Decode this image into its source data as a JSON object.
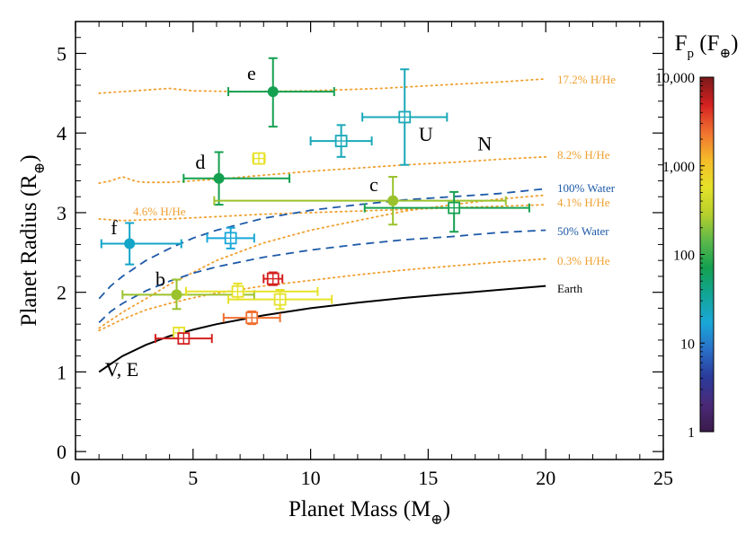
{
  "chart_data": {
    "type": "scatter",
    "title": "",
    "xlabel": {
      "main": "Planet Mass (M",
      "sub": "⊕",
      "close": ")"
    },
    "ylabel": {
      "main": "Planet Radius (R",
      "sub": "⊕",
      "close": ")"
    },
    "xlim": [
      0,
      25
    ],
    "ylim": [
      -0.1,
      5.4
    ],
    "xticks": [
      "0",
      "5",
      "10",
      "15",
      "20",
      "25"
    ],
    "yticks": [
      "0",
      "1",
      "2",
      "3",
      "4",
      "5"
    ],
    "colorbar": {
      "label": {
        "main": "F",
        "sub": "p",
        "rest": " (F",
        "sub2": "⊕",
        "close": ")"
      },
      "scale": "log",
      "range": [
        1,
        10000
      ],
      "ticks": [
        {
          "value": 10000,
          "label": "10,000"
        },
        {
          "value": 1000,
          "label": "1,000"
        },
        {
          "value": 100,
          "label": "100"
        },
        {
          "value": 10,
          "label": "10"
        },
        {
          "value": 1,
          "label": "1"
        }
      ],
      "colors": [
        "#7a1a1a",
        "#d42020",
        "#f07030",
        "#f5b92a",
        "#e6e228",
        "#b8d02c",
        "#5cb84a",
        "#14a050",
        "#12a598",
        "#1aa8d8",
        "#2a70c8",
        "#2a3a9a",
        "#4a2a78",
        "#3a1a4a"
      ]
    },
    "curves": [
      {
        "label": "17.2% H/He",
        "style": "dotted",
        "color": "#f0a030",
        "points": [
          [
            1,
            4.5
          ],
          [
            2,
            4.52
          ],
          [
            3,
            4.54
          ],
          [
            4,
            4.56
          ],
          [
            5,
            4.53
          ],
          [
            7,
            4.52
          ],
          [
            10,
            4.53
          ],
          [
            13,
            4.56
          ],
          [
            16,
            4.61
          ],
          [
            18,
            4.64
          ],
          [
            20,
            4.68
          ]
        ]
      },
      {
        "label": "8.2% H/He",
        "style": "dotted",
        "color": "#f0a030",
        "points": [
          [
            1,
            3.37
          ],
          [
            1.5,
            3.4
          ],
          [
            2,
            3.45
          ],
          [
            2.6,
            3.39
          ],
          [
            3,
            3.38
          ],
          [
            4,
            3.38
          ],
          [
            6,
            3.42
          ],
          [
            8,
            3.47
          ],
          [
            10,
            3.52
          ],
          [
            12,
            3.56
          ],
          [
            14,
            3.6
          ],
          [
            16,
            3.63
          ],
          [
            18,
            3.67
          ],
          [
            20,
            3.7
          ]
        ]
      },
      {
        "label": "4.6% H/He",
        "style": "dotted",
        "color": "#f0a030",
        "points": [
          [
            1,
            2.92
          ],
          [
            2,
            2.9
          ],
          [
            4,
            2.92
          ],
          [
            6,
            2.95
          ],
          [
            8,
            2.98
          ],
          [
            10,
            3.0
          ],
          [
            12,
            3.02
          ],
          [
            14,
            3.04
          ],
          [
            16,
            3.06
          ],
          [
            18,
            3.08
          ],
          [
            20,
            3.1
          ]
        ]
      },
      {
        "label": "4.1% H/He",
        "style": "dotted",
        "color": "#f0a030",
        "points": [
          [
            1,
            1.55
          ],
          [
            1.5,
            1.65
          ],
          [
            2,
            1.75
          ],
          [
            3,
            1.92
          ],
          [
            4,
            2.1
          ],
          [
            5,
            2.25
          ],
          [
            6,
            2.4
          ],
          [
            8,
            2.62
          ],
          [
            10,
            2.78
          ],
          [
            12,
            2.9
          ],
          [
            14,
            3.02
          ],
          [
            16,
            3.1
          ],
          [
            18,
            3.17
          ],
          [
            20,
            3.22
          ]
        ]
      },
      {
        "label": "0.3% H/He",
        "style": "dotted",
        "color": "#f0a030",
        "points": [
          [
            1,
            1.52
          ],
          [
            2,
            1.66
          ],
          [
            3,
            1.78
          ],
          [
            4,
            1.86
          ],
          [
            5,
            1.93
          ],
          [
            6,
            1.99
          ],
          [
            8,
            2.08
          ],
          [
            10,
            2.15
          ],
          [
            12,
            2.22
          ],
          [
            14,
            2.28
          ],
          [
            16,
            2.33
          ],
          [
            18,
            2.38
          ],
          [
            20,
            2.42
          ]
        ]
      },
      {
        "label": "100% Water",
        "style": "dashed",
        "color": "#1e5aa8",
        "points": [
          [
            1,
            1.92
          ],
          [
            1.5,
            2.08
          ],
          [
            2,
            2.2
          ],
          [
            3,
            2.4
          ],
          [
            4,
            2.55
          ],
          [
            5,
            2.68
          ],
          [
            6,
            2.78
          ],
          [
            8,
            2.93
          ],
          [
            10,
            3.03
          ],
          [
            12,
            3.1
          ],
          [
            14,
            3.16
          ],
          [
            16,
            3.2
          ],
          [
            18,
            3.24
          ],
          [
            20,
            3.3
          ]
        ]
      },
      {
        "label": "50% Water",
        "style": "dashed",
        "color": "#1e5aa8",
        "points": [
          [
            1,
            1.62
          ],
          [
            1.5,
            1.76
          ],
          [
            2,
            1.86
          ],
          [
            3,
            2.02
          ],
          [
            4,
            2.14
          ],
          [
            5,
            2.24
          ],
          [
            6,
            2.32
          ],
          [
            8,
            2.44
          ],
          [
            10,
            2.53
          ],
          [
            12,
            2.6
          ],
          [
            14,
            2.66
          ],
          [
            16,
            2.7
          ],
          [
            18,
            2.75
          ],
          [
            20,
            2.78
          ]
        ]
      },
      {
        "label": "Earth",
        "style": "solid",
        "color": "#000000",
        "points": [
          [
            1,
            1.0
          ],
          [
            1.5,
            1.1
          ],
          [
            2,
            1.2
          ],
          [
            3,
            1.34
          ],
          [
            4,
            1.45
          ],
          [
            5,
            1.53
          ],
          [
            6,
            1.6
          ],
          [
            8,
            1.71
          ],
          [
            10,
            1.8
          ],
          [
            12,
            1.87
          ],
          [
            14,
            1.93
          ],
          [
            16,
            1.98
          ],
          [
            18,
            2.03
          ],
          [
            20,
            2.08
          ]
        ]
      }
    ],
    "curve_label_colors": {
      "hhe": "#f0a030",
      "water": "#1e5aa8",
      "earth": "#000000"
    },
    "planet_labels": [
      {
        "text": "e",
        "x": 7.3,
        "y": 4.67
      },
      {
        "text": "d",
        "x": 5.1,
        "y": 3.55
      },
      {
        "text": "c",
        "x": 12.5,
        "y": 3.27
      },
      {
        "text": "f",
        "x": 1.5,
        "y": 2.73
      },
      {
        "text": "b",
        "x": 3.4,
        "y": 2.08
      },
      {
        "text": "U",
        "x": 14.6,
        "y": 3.9
      },
      {
        "text": "N",
        "x": 17.1,
        "y": 3.78
      },
      {
        "text": "V, E",
        "x": 1.25,
        "y": 0.95
      }
    ],
    "points": [
      {
        "name": "e",
        "marker": "circle",
        "x": 8.4,
        "y": 4.52,
        "xerr": [
          1.9,
          2.6
        ],
        "yerr": [
          0.44,
          0.42
        ],
        "color": "#14a050"
      },
      {
        "name": "d",
        "marker": "circle",
        "x": 6.1,
        "y": 3.43,
        "xerr": [
          1.5,
          3.0
        ],
        "yerr": [
          0.33,
          0.33
        ],
        "color": "#14a050"
      },
      {
        "name": "c",
        "marker": "circle",
        "x": 13.5,
        "y": 3.15,
        "xerr": [
          7.6,
          4.8
        ],
        "yerr": [
          0.3,
          0.3
        ],
        "color": "#9ac22c"
      },
      {
        "name": "f",
        "marker": "circle",
        "x": 2.3,
        "y": 2.61,
        "xerr": [
          1.2,
          2.2
        ],
        "yerr": [
          0.26,
          0.26
        ],
        "color": "#12a5c8"
      },
      {
        "name": "b",
        "marker": "circle",
        "x": 4.3,
        "y": 1.97,
        "xerr": [
          2.3,
          3.3
        ],
        "yerr": [
          0.18,
          0.19
        ],
        "color": "#9ac22c"
      },
      {
        "name": "U",
        "marker": "square",
        "x": 14.0,
        "y": 4.2,
        "xerr": [
          1.8,
          1.8
        ],
        "yerr": [
          0.6,
          0.6
        ],
        "color": "#1aa8b8"
      },
      {
        "name": "",
        "marker": "square",
        "x": 11.3,
        "y": 3.9,
        "xerr": [
          1.3,
          1.3
        ],
        "yerr": [
          0.2,
          0.2
        ],
        "color": "#1aa8b8"
      },
      {
        "name": "N",
        "marker": "square",
        "x": 16.1,
        "y": 3.06,
        "xerr": [
          3.8,
          3.2
        ],
        "yerr": [
          0.3,
          0.2
        ],
        "color": "#14a050"
      },
      {
        "name": "",
        "marker": "square",
        "x": 7.8,
        "y": 3.68,
        "xerr": [
          0.25,
          0.25
        ],
        "yerr": [
          0.04,
          0.04
        ],
        "color": "#e6e228"
      },
      {
        "name": "",
        "marker": "square",
        "x": 6.6,
        "y": 2.68,
        "xerr": [
          1.0,
          1.0
        ],
        "yerr": [
          0.13,
          0.13
        ],
        "color": "#1aa8d8"
      },
      {
        "name": "",
        "marker": "square",
        "x": 8.4,
        "y": 2.17,
        "xerr": [
          0.4,
          0.4
        ],
        "yerr": [
          0.08,
          0.08
        ],
        "color": "#d42020"
      },
      {
        "name": "",
        "marker": "square",
        "x": 6.9,
        "y": 2.01,
        "xerr": [
          2.2,
          3.4
        ],
        "yerr": [
          0.1,
          0.1
        ],
        "color": "#e6e228"
      },
      {
        "name": "",
        "marker": "square",
        "x": 8.7,
        "y": 1.91,
        "xerr": [
          2.2,
          2.2
        ],
        "yerr": [
          0.12,
          0.12
        ],
        "color": "#e6e228"
      },
      {
        "name": "",
        "marker": "square",
        "x": 7.5,
        "y": 1.68,
        "xerr": [
          1.2,
          1.2
        ],
        "yerr": [
          0.08,
          0.08
        ],
        "color": "#f07030"
      },
      {
        "name": "",
        "marker": "square",
        "x": 4.4,
        "y": 1.49,
        "xerr": [
          0.2,
          0.2
        ],
        "yerr": [
          0.04,
          0.04
        ],
        "color": "#e6e228"
      },
      {
        "name": "",
        "marker": "square",
        "x": 4.6,
        "y": 1.42,
        "xerr": [
          1.2,
          1.2
        ],
        "yerr": [
          0.04,
          0.04
        ],
        "color": "#d42020"
      }
    ],
    "legend": "none",
    "grid": false
  }
}
